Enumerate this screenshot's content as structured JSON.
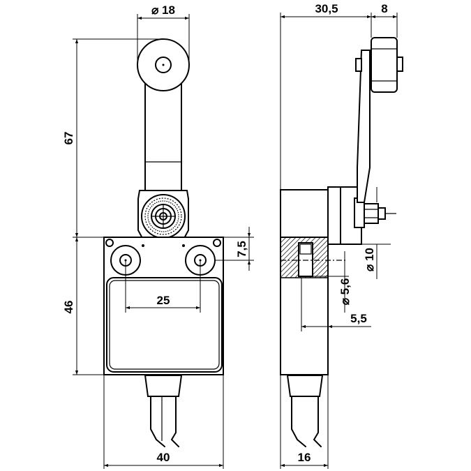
{
  "dimensions": {
    "roller_diameter": "⌀ 18",
    "side_offset": "30,5",
    "roller_width": "8",
    "lever_height": "67",
    "body_height": "46",
    "hole_spacing": "25",
    "hole_offset": "7,5",
    "shaft_diameter": "⌀ 10",
    "hole_diameter": "⌀ 5,6",
    "hole_depth": "5,5",
    "body_width": "40",
    "body_depth": "16"
  }
}
